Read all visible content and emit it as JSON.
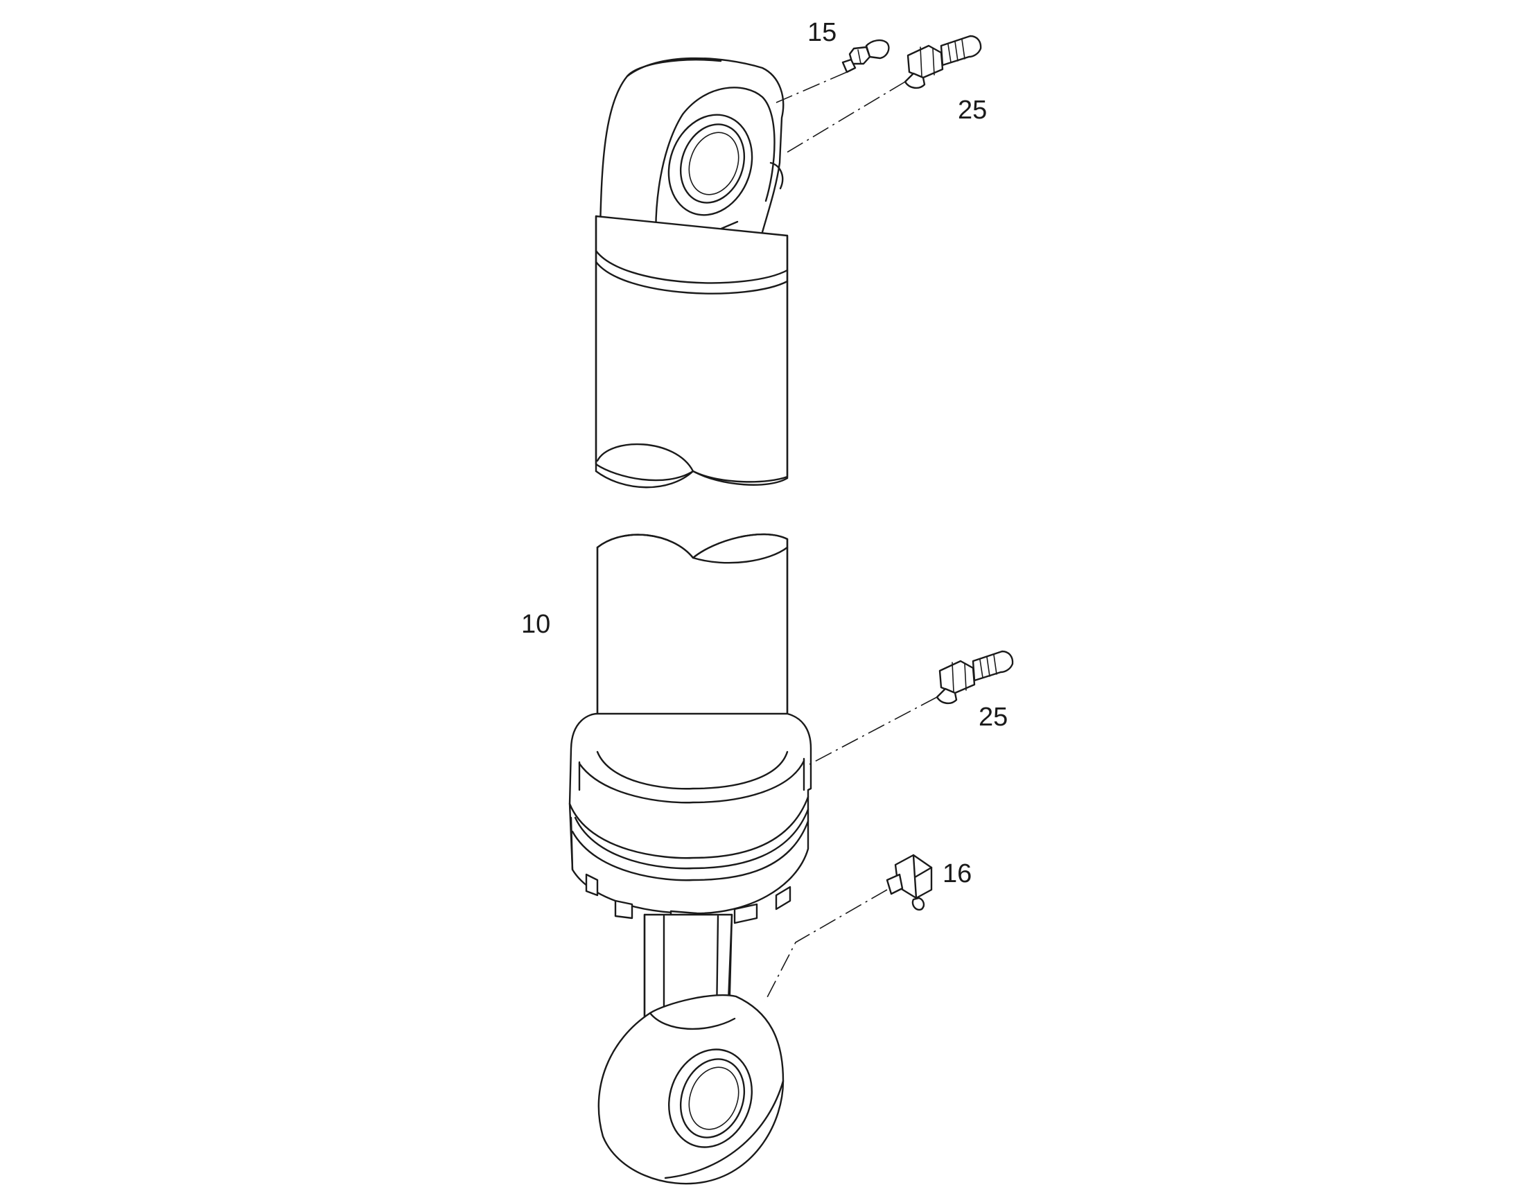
{
  "callouts": {
    "grease_fitting_top": "15",
    "fitting_top": "25",
    "cylinder": "10",
    "fitting_bottom": "25",
    "grease_fitting_bottom": "16"
  }
}
